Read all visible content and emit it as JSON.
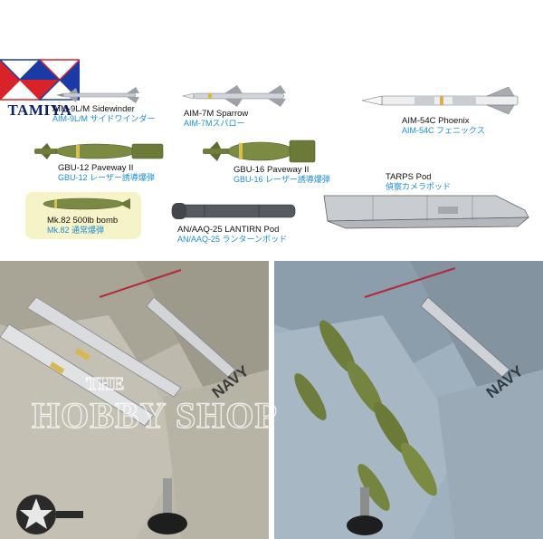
{
  "brand": {
    "name": "TAMIYA",
    "colors": {
      "red": "#d8232a",
      "blue": "#1a3ba5",
      "white": "#ffffff"
    }
  },
  "weapons": [
    {
      "id": "aim9",
      "name_en": "AIM-9L/M Sidewinder",
      "name_jp": "AIM-9L/M サイドワインダー"
    },
    {
      "id": "aim7",
      "name_en": "AIM-7M Sparrow",
      "name_jp": "AIM-7Mスパロー"
    },
    {
      "id": "aim54",
      "name_en": "AIM-54C Phoenix",
      "name_jp": "AIM-54C フェニックス"
    },
    {
      "id": "gbu12",
      "name_en": "GBU-12 Paveway II",
      "name_jp": "GBU-12 レーザー誘導爆弾"
    },
    {
      "id": "gbu16",
      "name_en": "GBU-16 Paveway II",
      "name_jp": "GBU-16 レーザー誘導爆弾"
    },
    {
      "id": "tarps",
      "name_en": "TARPS Pod",
      "name_jp": "偵察カメラポッド"
    },
    {
      "id": "mk82",
      "name_en": "Mk.82 500lb bomb",
      "name_jp": "Mk.82 通常爆弾"
    },
    {
      "id": "lantirn",
      "name_en": "AN/AAQ-25 LANTIRN Pod",
      "name_jp": "AN/AAQ-25 ランターンポッド"
    }
  ],
  "photos": {
    "left": {
      "marking": "NAVY"
    },
    "right": {
      "marking": "NAVY"
    }
  },
  "watermark": {
    "line1": "THE",
    "line2": "HOBBY SHOP"
  }
}
